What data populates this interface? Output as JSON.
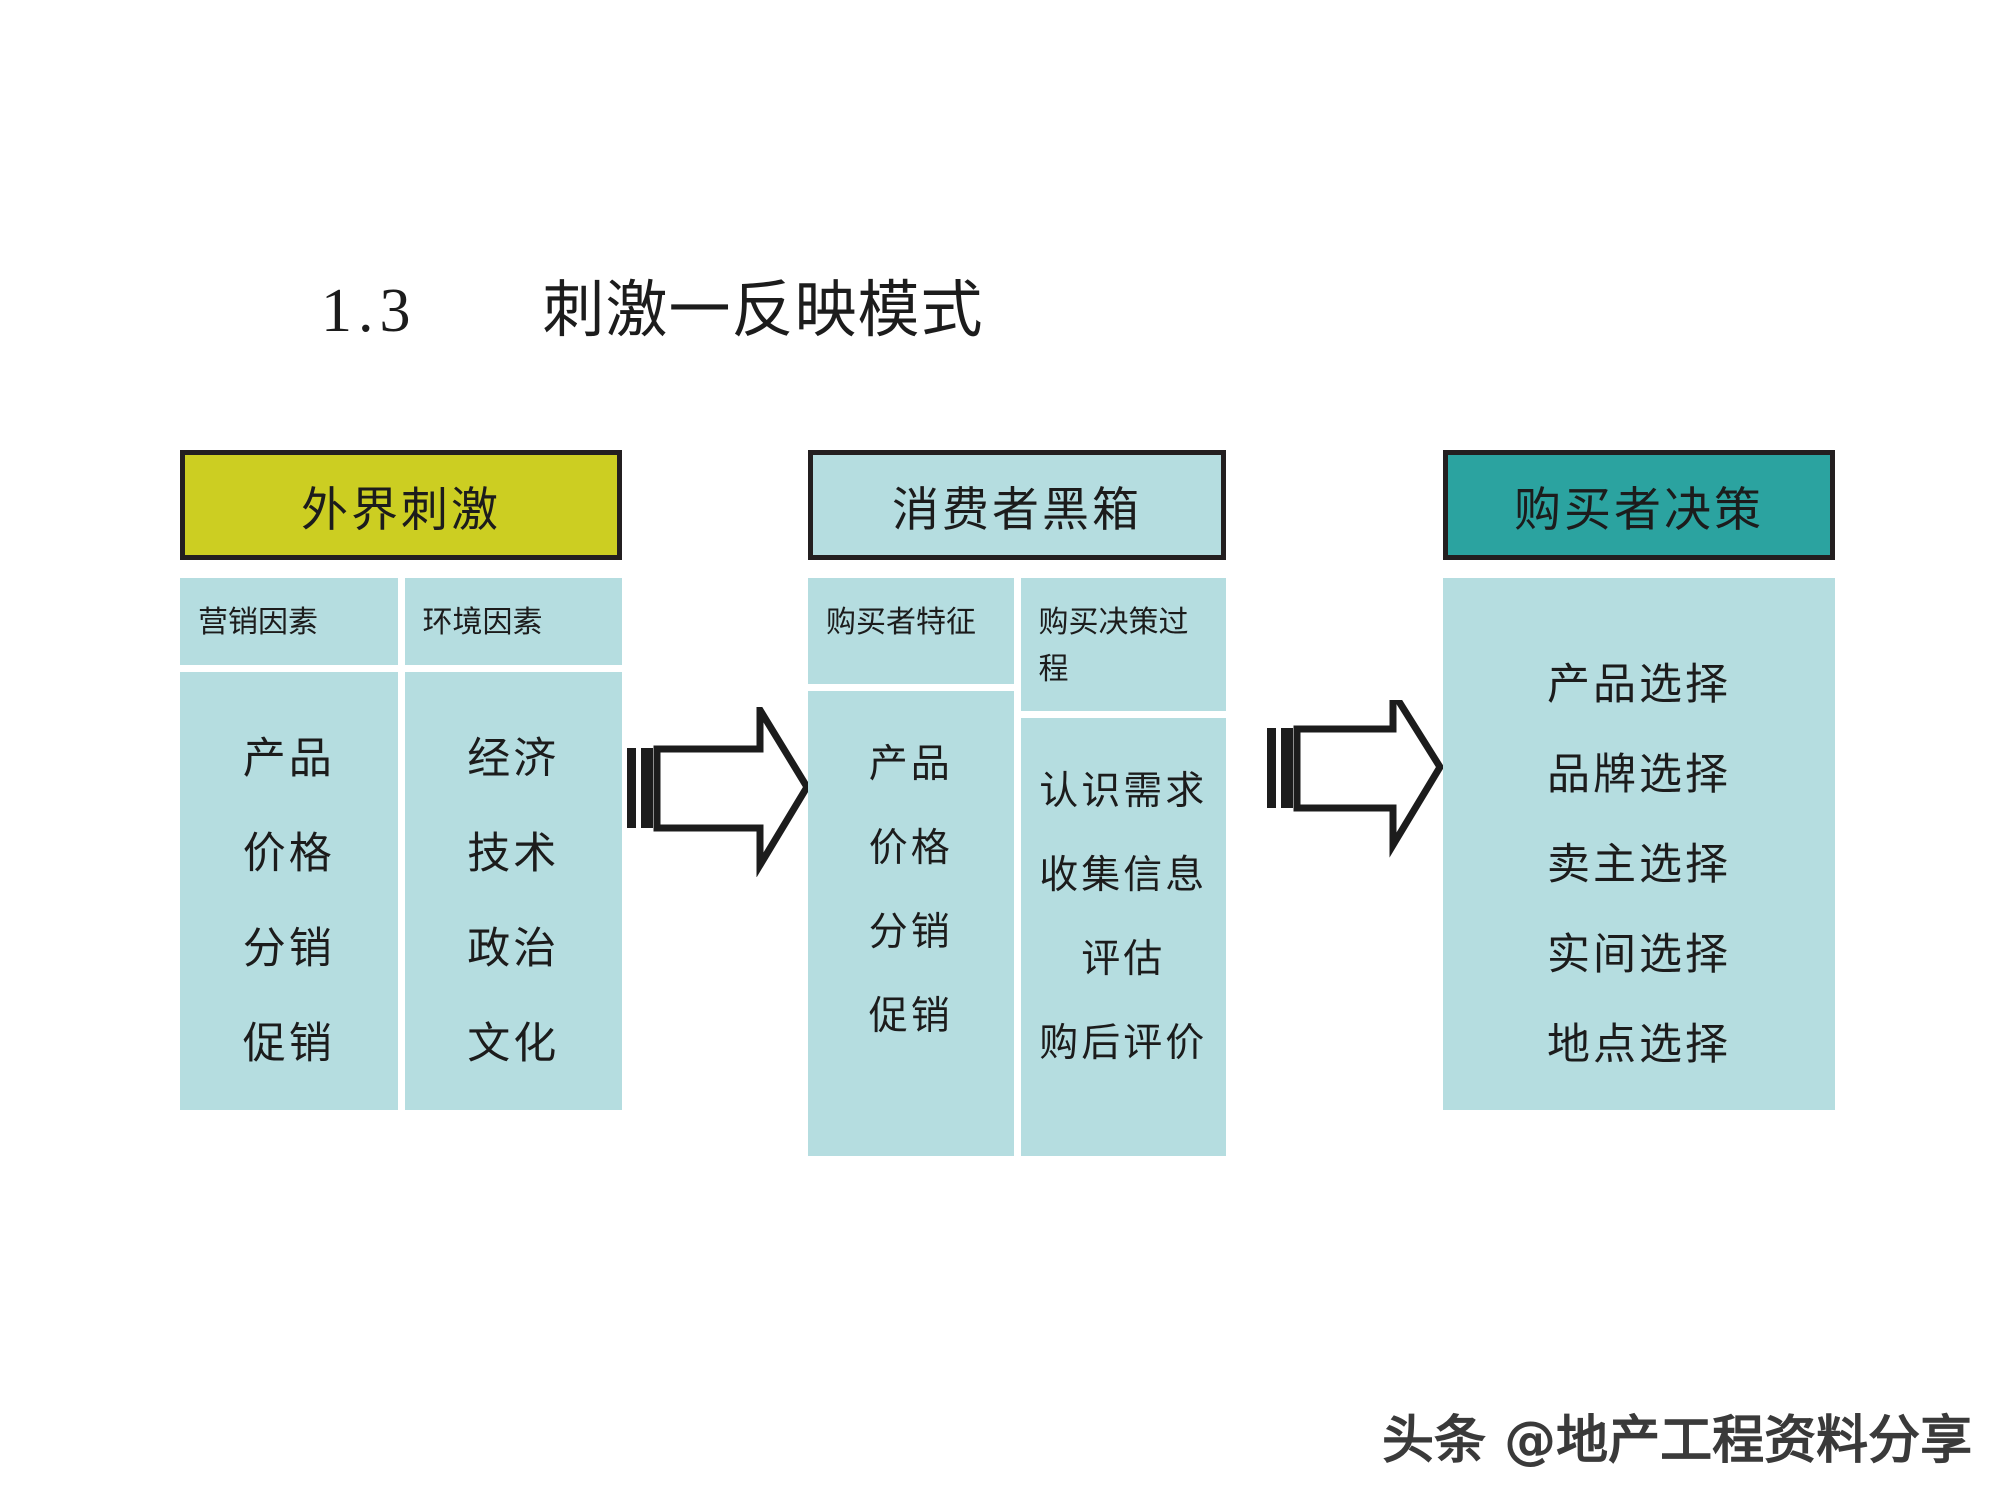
{
  "slide": {
    "title_number": "1.3",
    "title_text": "刺激一反映模式",
    "watermark": "头条 @地产工程资料分享"
  },
  "colors": {
    "stimulus_header_bg": "#CCCE22",
    "blackbox_header_bg": "#B5DDE0",
    "decision_header_bg": "#2BA3A0",
    "panel_body_bg": "#B5DDE0",
    "border": "#231F20",
    "text": "#1C1C1C"
  },
  "panels": [
    {
      "id": "stimulus",
      "header": "外界刺激",
      "columns": [
        {
          "header": "营销因素",
          "items": [
            "产品",
            "价格",
            "分销",
            "促销"
          ]
        },
        {
          "header": "环境因素",
          "items": [
            "经济",
            "技术",
            "政治",
            "文化"
          ]
        }
      ]
    },
    {
      "id": "black-box",
      "header": "消费者黑箱",
      "columns": [
        {
          "header": "购买者特征",
          "items": [
            "产品",
            "价格",
            "分销",
            "促销"
          ]
        },
        {
          "header": "购买决策过程",
          "items": [
            "认识需求",
            "收集信息",
            "评估",
            "购后评价"
          ]
        }
      ]
    },
    {
      "id": "buyer-decision",
      "header": "购买者决策",
      "items": [
        "产品选择",
        "品牌选择",
        "卖主选择",
        "实间选择",
        "地点选择"
      ]
    }
  ],
  "arrows": [
    {
      "id": "arrow-stimulus-to-blackbox",
      "label": "block-arrow-right"
    },
    {
      "id": "arrow-blackbox-to-decision",
      "label": "block-arrow-right"
    }
  ]
}
